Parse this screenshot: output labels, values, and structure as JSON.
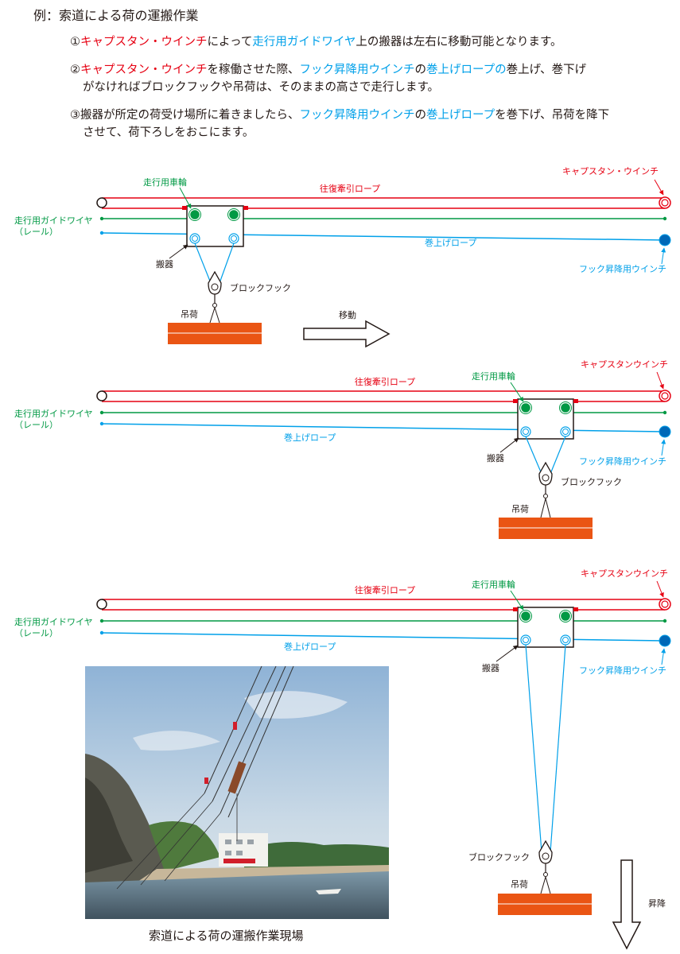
{
  "title": "例：索道による荷の運搬作業",
  "steps": {
    "s1": {
      "num": "①",
      "a": "キャプスタン・ウインチ",
      "b": "によって",
      "c": "走行用ガイドワイヤ",
      "d": "上の搬器は左右に移動可能となります。"
    },
    "s2": {
      "num": "②",
      "a": "キャプスタン・ウインチ",
      "b": "を稼働させた際、",
      "c": "フック昇降用ウインチ",
      "d": "の",
      "e": "巻上げロープの",
      "f": "巻上げ、巻下げ",
      "g": "がなければブロックフックや吊荷は、そのままの高さで走行します。"
    },
    "s3": {
      "num": "③",
      "a": "搬器が所定の荷受け場所に着きましたら、",
      "b": "フック昇降用ウインチ",
      "c": "の",
      "d": "巻上げロープ",
      "e": "を巻下げ、吊荷を降下",
      "f": "させて、荷下ろしをおこにます。"
    }
  },
  "labels": {
    "traction_rope": "往復牽引ロープ",
    "guide_wire": "走行用ガイドワイヤ",
    "guide_wire_sub": "（レール）",
    "hoist_rope": "巻上げロープ",
    "wheel": "走行用車輪",
    "carriage": "搬器",
    "block_hook": "ブロックフック",
    "load": "吊荷",
    "capstan_1": "キャプスタン・ウインチ",
    "capstan_2": "キャプスタンウインチ",
    "hook_winch": "フック昇降用ウインチ",
    "move": "移動",
    "lift": "昇降"
  },
  "photo_caption": "索道による荷の運搬作業現場",
  "colors": {
    "red": "#e60012",
    "green": "#009944",
    "blue": "#00a0e9",
    "load": "#ea5514",
    "text": "#231815"
  }
}
